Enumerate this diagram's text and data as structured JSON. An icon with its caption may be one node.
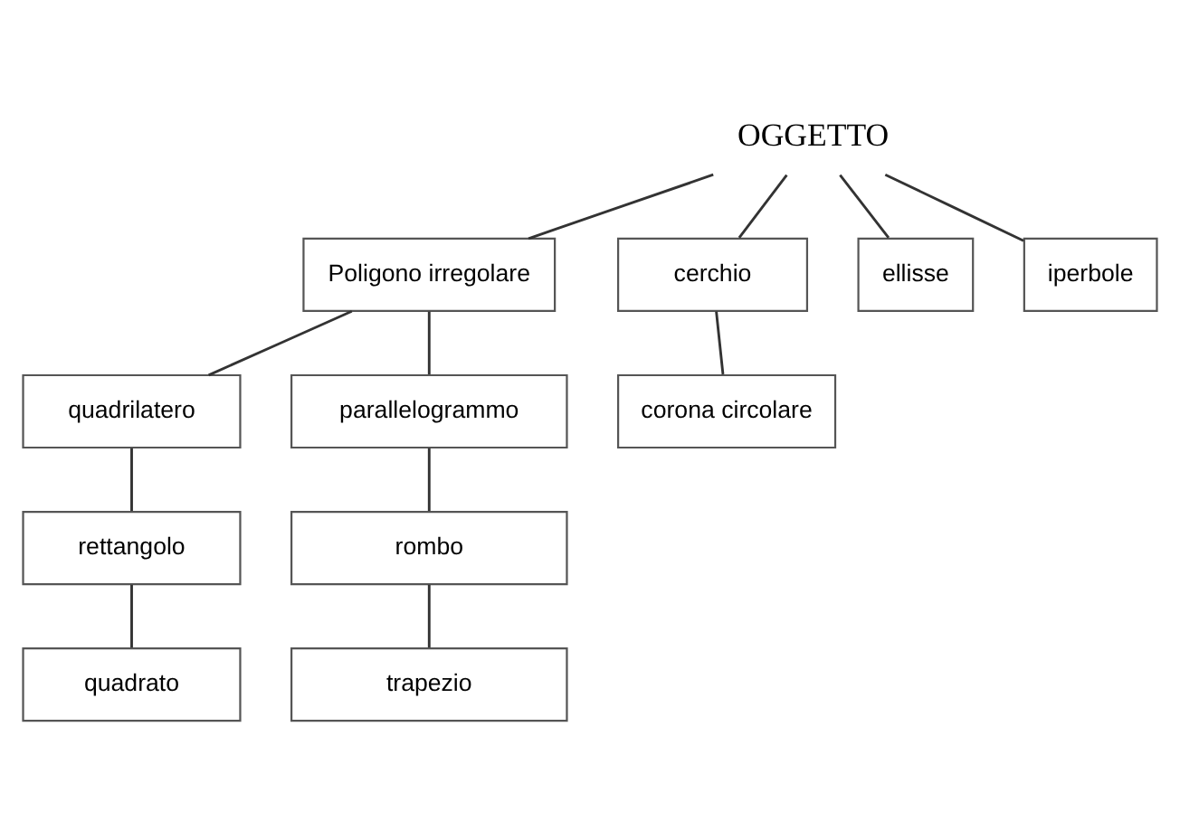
{
  "diagram": {
    "nodes": [
      {
        "text": [
          "OGGETTO"
        ]
      },
      {
        "text": [
          "Poligono irregolare"
        ]
      },
      {
        "text": [
          "quadrilatero"
        ]
      },
      {
        "text": [
          "rettangolo"
        ]
      },
      {
        "text": [
          "quadrato"
        ]
      },
      {
        "text": [
          "parallelogrammo"
        ]
      },
      {
        "text": [
          "rombo"
        ]
      },
      {
        "text": [
          "trapezio"
        ]
      },
      {
        "text": [
          "cerchio"
        ]
      },
      {
        "text": [
          "corona circolare"
        ]
      },
      {
        "text": [
          "ellisse"
        ]
      },
      {
        "text": [
          "iperbole"
        ]
      }
    ],
    "edges": [
      {
        "from": 0,
        "to": 1,
        "arrow": "none"
      },
      {
        "from": 0,
        "to": 10,
        "arrow": "none"
      },
      {
        "from": 0,
        "to": 11,
        "arrow": "none"
      },
      {
        "from": 0,
        "to": 8,
        "arrow": "none"
      },
      {
        "from": 1,
        "to": 2,
        "arrow": "none"
      },
      {
        "from": 1,
        "to": 5,
        "arrow": "none"
      },
      {
        "from": 2,
        "to": 3,
        "arrow": "none"
      },
      {
        "from": 3,
        "to": 4,
        "arrow": "none"
      },
      {
        "from": 5,
        "to": 6,
        "arrow": "none"
      },
      {
        "from": 6,
        "to": 7,
        "arrow": "none"
      },
      {
        "from": 8,
        "to": 9,
        "arrow": "none"
      }
    ]
  }
}
